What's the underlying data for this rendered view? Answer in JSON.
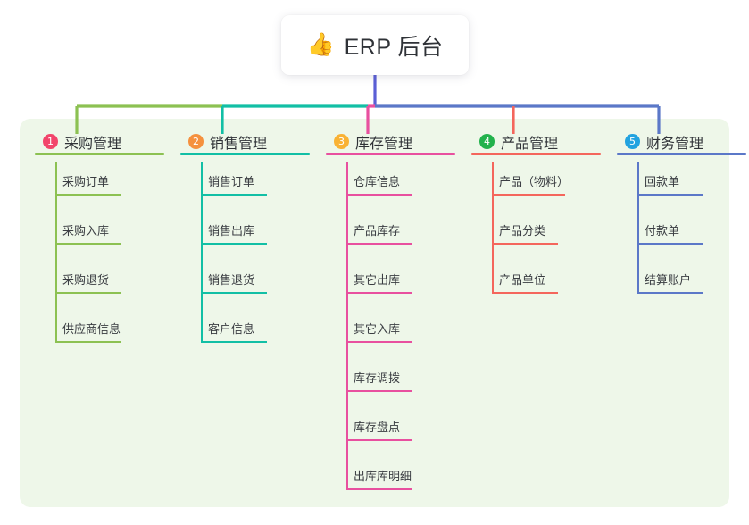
{
  "root": {
    "icon": "thumbs-up-emoji",
    "icon_glyph": "👍",
    "title": "ERP 后台"
  },
  "theme": {
    "card_background": "#eef7e9",
    "page_background": "#ffffff",
    "text_color": "#2f3237",
    "root_stem_color": "#5b5fd6"
  },
  "categories": [
    {
      "number": "1",
      "label": "采购管理",
      "color": "#8cc152",
      "badge_color": "#f2456b",
      "items": [
        "采购订单",
        "采购入库",
        "采购退货",
        "供应商信息"
      ]
    },
    {
      "number": "2",
      "label": "销售管理",
      "color": "#12bfa5",
      "badge_color": "#f5913e",
      "items": [
        "销售订单",
        "销售出库",
        "销售退货",
        "客户信息"
      ]
    },
    {
      "number": "3",
      "label": "库存管理",
      "color": "#e8509f",
      "badge_color": "#f9b234",
      "items": [
        "仓库信息",
        "产品库存",
        "其它出库",
        "其它入库",
        "库存调拨",
        "库存盘点",
        "出库库明细"
      ]
    },
    {
      "number": "4",
      "label": "产品管理",
      "color": "#f4665c",
      "badge_color": "#22b24c",
      "items": [
        "产品（物料）",
        "产品分类",
        "产品单位"
      ]
    },
    {
      "number": "5",
      "label": "财务管理",
      "color": "#5b78c8",
      "badge_color": "#22a3e0",
      "items": [
        "回款单",
        "付款单",
        "结算账户"
      ]
    }
  ]
}
